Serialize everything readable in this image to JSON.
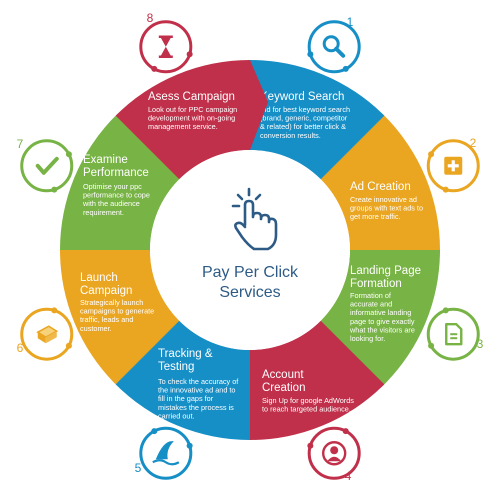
{
  "center": {
    "title_line1": "Pay Per Click",
    "title_line2": "Services",
    "icon": "hand-click-icon"
  },
  "colors": {
    "red": "#c0304a",
    "blue": "#168ec6",
    "orange": "#eaa521",
    "green": "#78b345",
    "center_text": "#2d5b86"
  },
  "steps": [
    {
      "number": "1",
      "title": [
        "Keyword Search"
      ],
      "desc": [
        "Bid for best keyword search",
        "(brand, generic, competitor",
        "& related) for better click &",
        "conversion results."
      ],
      "color": "#168ec6",
      "icon": "search-icon"
    },
    {
      "number": "2",
      "title": [
        "Ad Creation"
      ],
      "desc": [
        "Create innovative ad",
        "groups with text ads to",
        "get more traffic."
      ],
      "color": "#eaa521",
      "icon": "plus-square-icon"
    },
    {
      "number": "3",
      "title": [
        "Landing Page",
        "Formation"
      ],
      "desc": [
        "Formation of",
        "accurate and",
        "informative landing",
        "page to give exactly",
        "what the visitors are",
        "looking for."
      ],
      "color": "#78b345",
      "icon": "document-icon"
    },
    {
      "number": "4",
      "title": [
        "Account",
        "Creation"
      ],
      "desc": [
        "Sign Up for google AdWords",
        "to reach targeted audience."
      ],
      "color": "#c0304a",
      "icon": "user-icon"
    },
    {
      "number": "5",
      "title": [
        "Tracking &",
        "Testing"
      ],
      "desc": [
        "To check the accuracy of",
        "the innovative ad and to",
        "fill in the gaps for",
        "mistakes the process is",
        "carried out."
      ],
      "color": "#168ec6",
      "icon": "shark-fin-icon"
    },
    {
      "number": "6",
      "title": [
        "Launch",
        "Campaign"
      ],
      "desc": [
        "Strategically launch",
        "campaigns to generate",
        "traffic, leads and",
        "customer."
      ],
      "color": "#eaa521",
      "icon": "launch-icon"
    },
    {
      "number": "7",
      "title": [
        "Examine",
        "Performance"
      ],
      "desc": [
        "Optimise your ppc",
        "performance to cope",
        "with the audience",
        "requirement."
      ],
      "color": "#78b345",
      "icon": "checkmark-icon"
    },
    {
      "number": "8",
      "title": [
        "Asess Campaign"
      ],
      "desc": [
        "Look out for PPC campaign",
        "development with on-going",
        "management service."
      ],
      "color": "#c0304a",
      "icon": "hourglass-icon"
    }
  ]
}
